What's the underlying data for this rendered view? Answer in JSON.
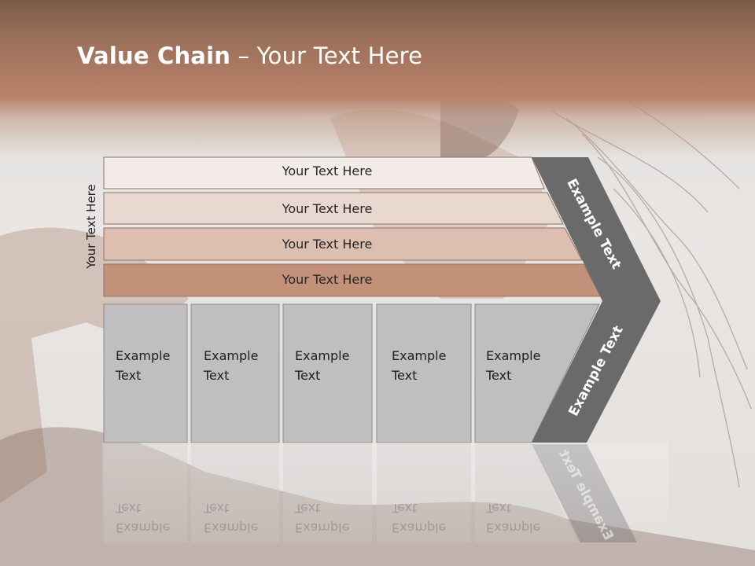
{
  "slide": {
    "title_bold": "Value Chain",
    "title_rest": " – Your Text Here",
    "side_label": "Your Text Here"
  },
  "bars": [
    {
      "label": "Your Text Here",
      "color": "#f3ebe7"
    },
    {
      "label": "Your Text Here",
      "color": "#e9d8cf"
    },
    {
      "label": "Your Text Here",
      "color": "#dcbfb1"
    },
    {
      "label": "Your Text Here",
      "color": "#c3917a"
    }
  ],
  "columns": [
    {
      "label": "Example Text"
    },
    {
      "label": "Example Text"
    },
    {
      "label": "Example Text"
    },
    {
      "label": "Example Text"
    },
    {
      "label": "Example Text"
    }
  ],
  "chevron": {
    "upper_label": "Example Text",
    "lower_label": "Example Text",
    "color": "#6a6a6a"
  },
  "colors": {
    "column_fill": "#bfbfbf",
    "column_border": "#8c8c8c"
  }
}
